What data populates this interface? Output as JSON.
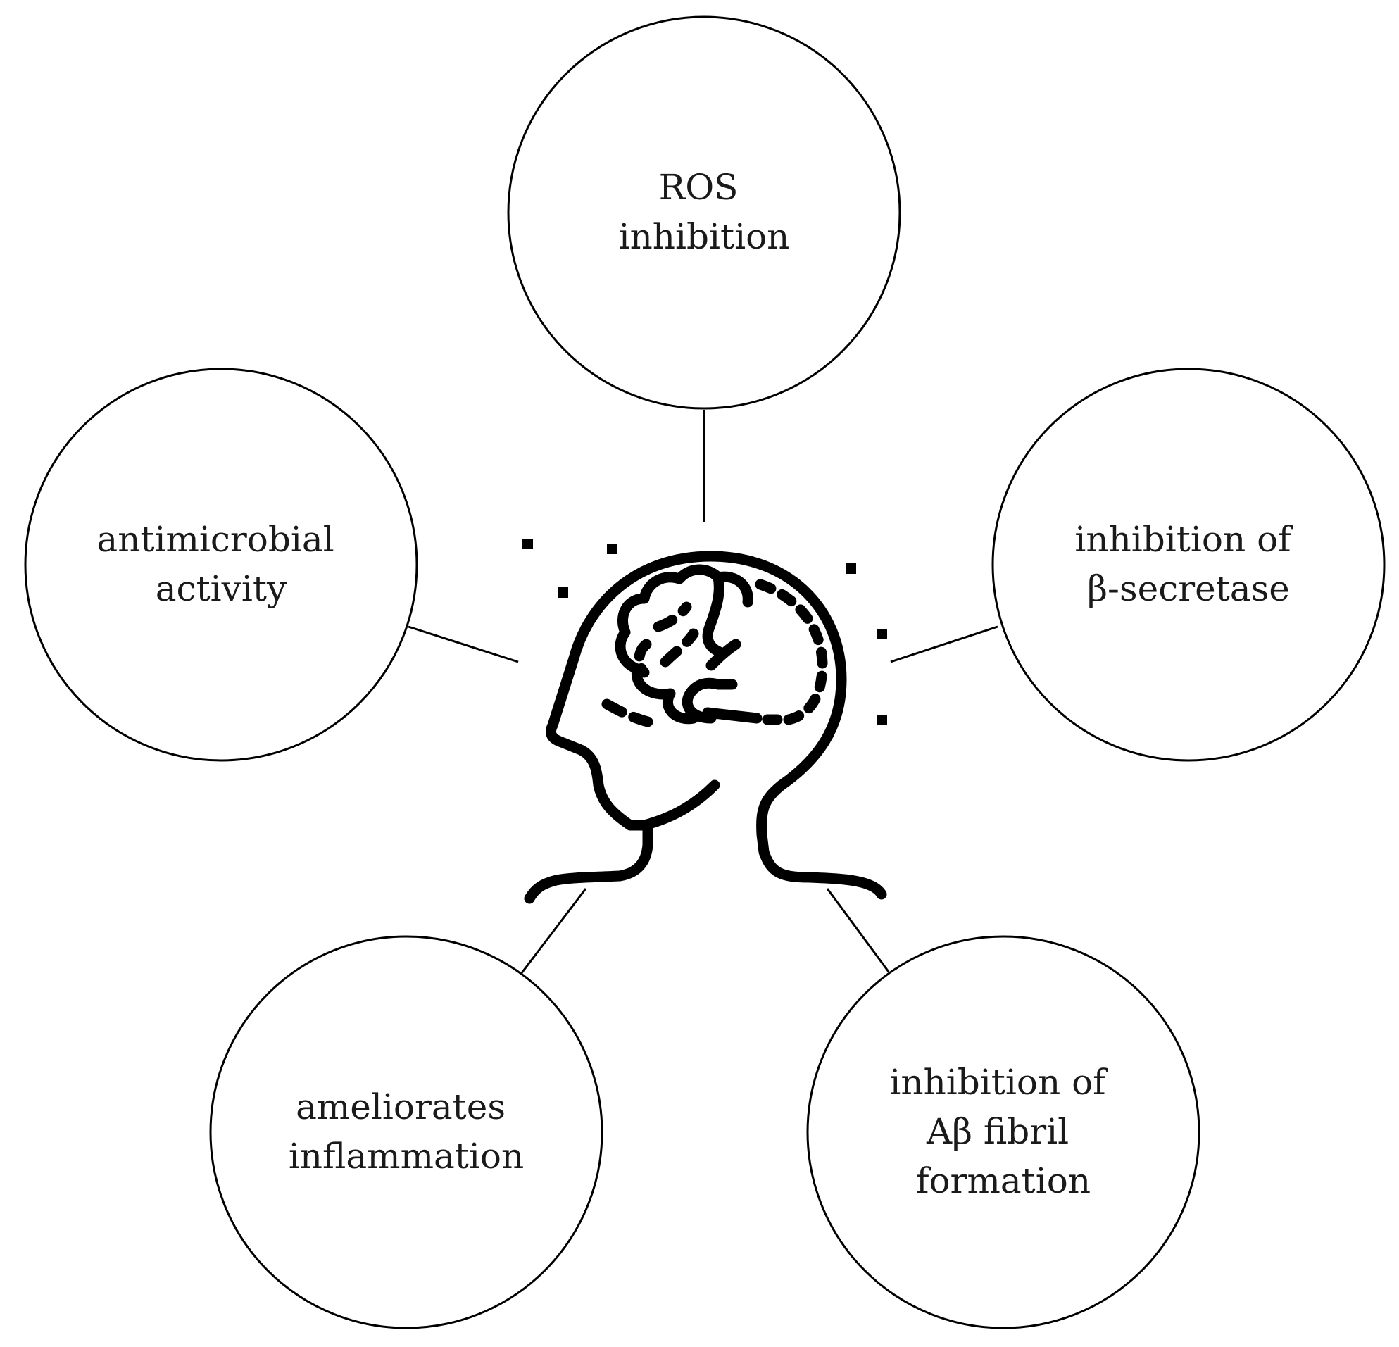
{
  "nodes": [
    {
      "id": "ros",
      "lines": [
        "ROS",
        "inhibition"
      ]
    },
    {
      "id": "beta-secretase",
      "lines": [
        "inhibition of",
        "β-secretase"
      ]
    },
    {
      "id": "abeta",
      "lines": [
        "inhibition of",
        "Aβ fibril",
        "formation"
      ]
    },
    {
      "id": "inflammation",
      "lines": [
        "ameliorates",
        "inflammation"
      ]
    },
    {
      "id": "antimicrobial",
      "lines": [
        "antimicrobial",
        "activity"
      ]
    }
  ],
  "center_icon": "head-brain-icon",
  "colors": {
    "stroke": "#000000",
    "text": "#1a1a1a",
    "background": "#ffffff"
  }
}
